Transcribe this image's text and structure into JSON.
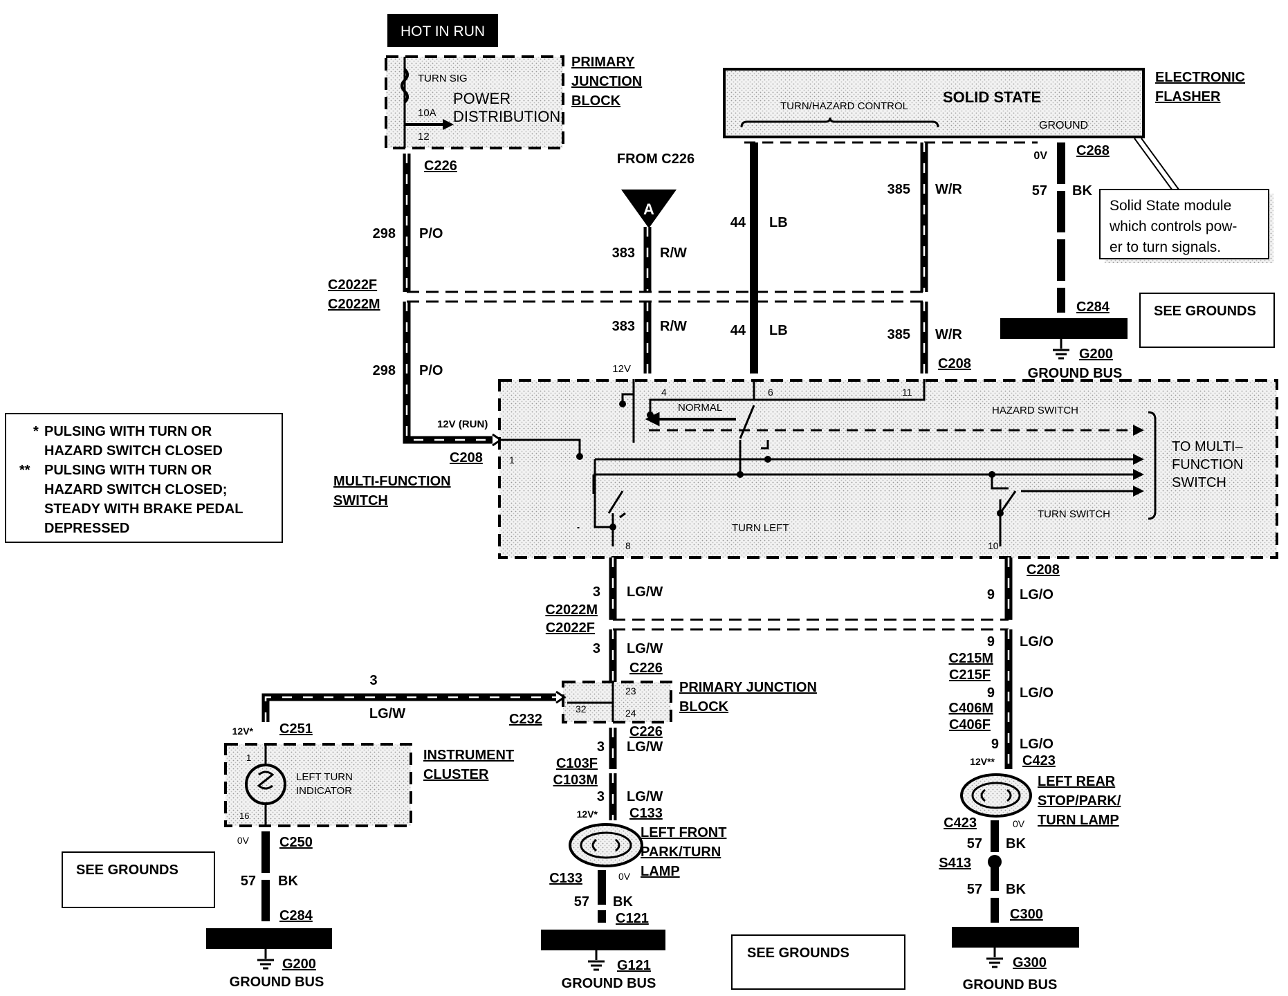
{
  "header": {
    "hot_in_run": "HOT IN RUN"
  },
  "primary_junction_block_top": {
    "title_lines": [
      "PRIMARY",
      "JUNCTION",
      "BLOCK"
    ],
    "turn_sig": "TURN SIG",
    "fuse": "10A",
    "pin": "12",
    "power_lines": [
      "POWER",
      "DISTRIBUTION"
    ],
    "connector": "C226"
  },
  "electronic_flasher": {
    "title_lines": [
      "ELECTRONIC",
      "FLASHER"
    ],
    "solid_state": "SOLID STATE",
    "turn_hazard_control": "TURN/HAZARD CONTROL",
    "ground": "GROUND",
    "ground_voltage": "0V",
    "connector": "C268"
  },
  "callout": {
    "lines": [
      "Solid State module",
      "which controls pow-",
      "er to turn signals."
    ]
  },
  "from_c226": {
    "label": "FROM C226",
    "marker": "A"
  },
  "wires": {
    "w298_top": {
      "circuit": "298",
      "color": "P/O"
    },
    "w298_bottom": {
      "circuit": "298",
      "color": "P/O"
    },
    "w383_top": {
      "circuit": "383",
      "color": "R/W"
    },
    "w383_bottom": {
      "circuit": "383",
      "color": "R/W"
    },
    "w44_top": {
      "circuit": "44",
      "color": "LB"
    },
    "w44_bottom": {
      "circuit": "44",
      "color": "LB"
    },
    "w385_top": {
      "circuit": "385",
      "color": "W/R"
    },
    "w385_bottom": {
      "circuit": "385",
      "color": "W/R"
    },
    "w57_flasher": {
      "circuit": "57",
      "color": "BK"
    }
  },
  "connectors_mid": {
    "c2022f": "C2022F",
    "c2022m": "C2022M",
    "c208_top": "C208",
    "c284": "C284",
    "v12": "12V"
  },
  "ground_bus_top": {
    "g200": "G200",
    "label": "GROUND BUS"
  },
  "see_grounds": [
    "SEE GROUNDS",
    "SEE GROUNDS",
    "SEE GROUNDS"
  ],
  "legend": {
    "line1_star": "*",
    "line1": "PULSING WITH TURN OR",
    "line2": "HAZARD SWITCH CLOSED",
    "line3_star": "**",
    "line3": "PULSING WITH TURN OR",
    "line4": "HAZARD SWITCH CLOSED;",
    "line5": "STEADY WITH BRAKE PEDAL",
    "line6": "DEPRESSED"
  },
  "multifunction_switch": {
    "title_lines": [
      "MULTI-FUNCTION",
      "SWITCH"
    ],
    "run_label": "12V (RUN)",
    "connector": "C208",
    "pin1": "1",
    "pin4": "4",
    "pin6": "6",
    "pin11": "11",
    "pin8": "8",
    "pin10": "10",
    "normal": "NORMAL",
    "hazard_switch": "HAZARD SWITCH",
    "turn_left": "TURN LEFT",
    "turn_switch": "TURN SWITCH",
    "to_multi_lines": [
      "TO MULTI–",
      "FUNCTION",
      "SWITCH"
    ]
  },
  "left_branch": {
    "c208": "C208",
    "wire1": {
      "circuit": "3",
      "color": "LG/W"
    },
    "c2022m": "C2022M",
    "c2022f": "C2022F",
    "wire2": {
      "circuit": "3",
      "color": "LG/W"
    },
    "c226_top": "C226",
    "pjb_title_lines": [
      "PRIMARY JUNCTION",
      "BLOCK"
    ],
    "pjb_pin23": "23",
    "pjb_pin32": "32",
    "pjb_pin24": "24",
    "c226_bottom": "C226",
    "wire3": {
      "circuit": "3",
      "color": "LG/W"
    },
    "c103f": "C103F",
    "c103m": "C103M",
    "wire4": {
      "circuit": "3",
      "color": "LG/W"
    },
    "v12": "12V*",
    "c133_top": "C133",
    "lamp_lines": [
      "LEFT FRONT",
      "PARK/TURN",
      "LAMP"
    ],
    "c133_bottom": "C133",
    "ov": "0V",
    "wire5": {
      "circuit": "57",
      "color": "BK"
    },
    "c121": "C121",
    "g121": "G121",
    "ground_bus": "GROUND BUS"
  },
  "cluster_branch": {
    "wire": {
      "circuit": "3",
      "color": "LG/W"
    },
    "c232": "C232",
    "v12": "12V*",
    "c251": "C251",
    "title_lines": [
      "INSTRUMENT",
      "CLUSTER"
    ],
    "indicator_lines": [
      "LEFT TURN",
      "INDICATOR"
    ],
    "pin1": "1",
    "pin16": "16",
    "ov": "0V",
    "c250": "C250",
    "wire_gnd": {
      "circuit": "57",
      "color": "BK"
    },
    "c284": "C284",
    "g200": "G200",
    "ground_bus": "GROUND BUS"
  },
  "right_branch": {
    "c208": "C208",
    "wire1": {
      "circuit": "9",
      "color": "LG/O"
    },
    "wire2": {
      "circuit": "9",
      "color": "LG/O"
    },
    "c215m": "C215M",
    "c215f": "C215F",
    "wire3": {
      "circuit": "9",
      "color": "LG/O"
    },
    "c406m": "C406M",
    "c406f": "C406F",
    "wire4": {
      "circuit": "9",
      "color": "LG/O"
    },
    "v12": "12V**",
    "c423_top": "C423",
    "lamp_lines": [
      "LEFT REAR",
      "STOP/PARK/",
      "TURN LAMP"
    ],
    "c423_bottom": "C423",
    "ov": "0V",
    "wire5": {
      "circuit": "57",
      "color": "BK"
    },
    "s413": "S413",
    "wire6": {
      "circuit": "57",
      "color": "BK"
    },
    "c300": "C300",
    "g300": "G300",
    "ground_bus": "GROUND BUS"
  }
}
